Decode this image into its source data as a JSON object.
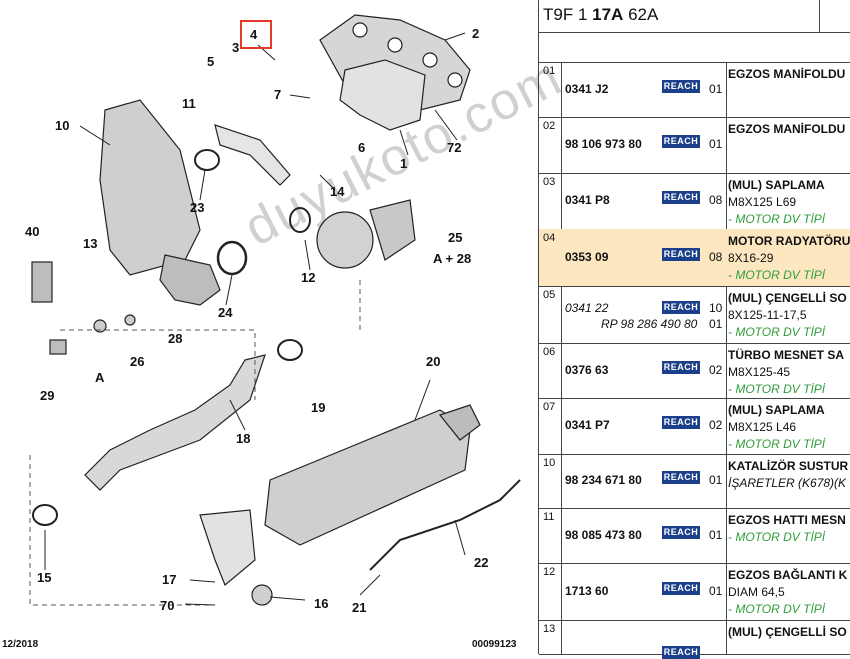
{
  "header": {
    "code_prefix": "T9F 1",
    "code_bold": "17A",
    "code_suffix": "62A"
  },
  "reach_label": "REACH",
  "watermark": "duyukoto.com",
  "diagram": {
    "footer_left": "12/2018",
    "footer_right": "00099123",
    "callouts": [
      "4",
      "3",
      "5",
      "2",
      "7",
      "11",
      "10",
      "72",
      "6",
      "1",
      "14",
      "23",
      "25",
      "A + 28",
      "40",
      "13",
      "12",
      "24",
      "A",
      "26",
      "28",
      "29",
      "20",
      "19",
      "18",
      "15",
      "22",
      "17",
      "70",
      "16",
      "21"
    ]
  },
  "rows": [
    {
      "pos": "01",
      "ref": "0341 J2",
      "ref2": "",
      "qty": "01",
      "qty2": "",
      "lines": [
        "EGZOS MANİFOLDU"
      ],
      "highlight": false
    },
    {
      "pos": "02",
      "ref": "98 106 973 80",
      "ref2": "",
      "qty": "01",
      "qty2": "",
      "lines": [
        "EGZOS MANİFOLDU"
      ],
      "highlight": false
    },
    {
      "pos": "03",
      "ref": "0341 P8",
      "ref2": "",
      "qty": "08",
      "qty2": "",
      "lines": [
        "(MUL) SAPLAMA",
        "M8X125 L69",
        "- MOTOR DV TİPİ"
      ],
      "highlight": false
    },
    {
      "pos": "04",
      "ref": "0353 09",
      "ref2": "",
      "qty": "08",
      "qty2": "",
      "lines": [
        "MOTOR RADYATÖRU",
        "8X16-29",
        "- MOTOR DV TİPİ"
      ],
      "highlight": true
    },
    {
      "pos": "05",
      "ref": "0341 22",
      "ref2": "RP 98 286 490 80",
      "qty": "10",
      "qty2": "01",
      "lines": [
        "(MUL) ÇENGELLİ SO",
        "8X125-11-17,5",
        "- MOTOR DV TİPİ"
      ],
      "highlight": false
    },
    {
      "pos": "06",
      "ref": "0376 63",
      "ref2": "",
      "qty": "02",
      "qty2": "",
      "lines": [
        "TÜRBO MESNET SA",
        "M8X125-45",
        "- MOTOR DV TİPİ"
      ],
      "highlight": false
    },
    {
      "pos": "07",
      "ref": "0341 P7",
      "ref2": "",
      "qty": "02",
      "qty2": "",
      "lines": [
        "(MUL) SAPLAMA",
        "M8X125 L46",
        "- MOTOR DV TİPİ"
      ],
      "highlight": false
    },
    {
      "pos": "10",
      "ref": "98 234 671 80",
      "ref2": "",
      "qty": "01",
      "qty2": "",
      "lines": [
        "KATALİZÖR SUSTUR",
        "İŞARETLER (K678)(K"
      ],
      "highlight": false
    },
    {
      "pos": "11",
      "ref": "98 085 473 80",
      "ref2": "",
      "qty": "01",
      "qty2": "",
      "lines": [
        "EGZOS HATTI MESN",
        "- MOTOR DV TİPİ"
      ],
      "highlight": false
    },
    {
      "pos": "12",
      "ref": "1713 60",
      "ref2": "",
      "qty": "01",
      "qty2": "",
      "lines": [
        "EGZOS BAĞLANTI K",
        "DIAM 64,5",
        "- MOTOR DV TİPİ"
      ],
      "highlight": false
    },
    {
      "pos": "13",
      "ref": "",
      "ref2": "",
      "qty": "",
      "qty2": "",
      "lines": [
        "(MUL) ÇENGELLİ SO"
      ],
      "highlight": false
    }
  ]
}
